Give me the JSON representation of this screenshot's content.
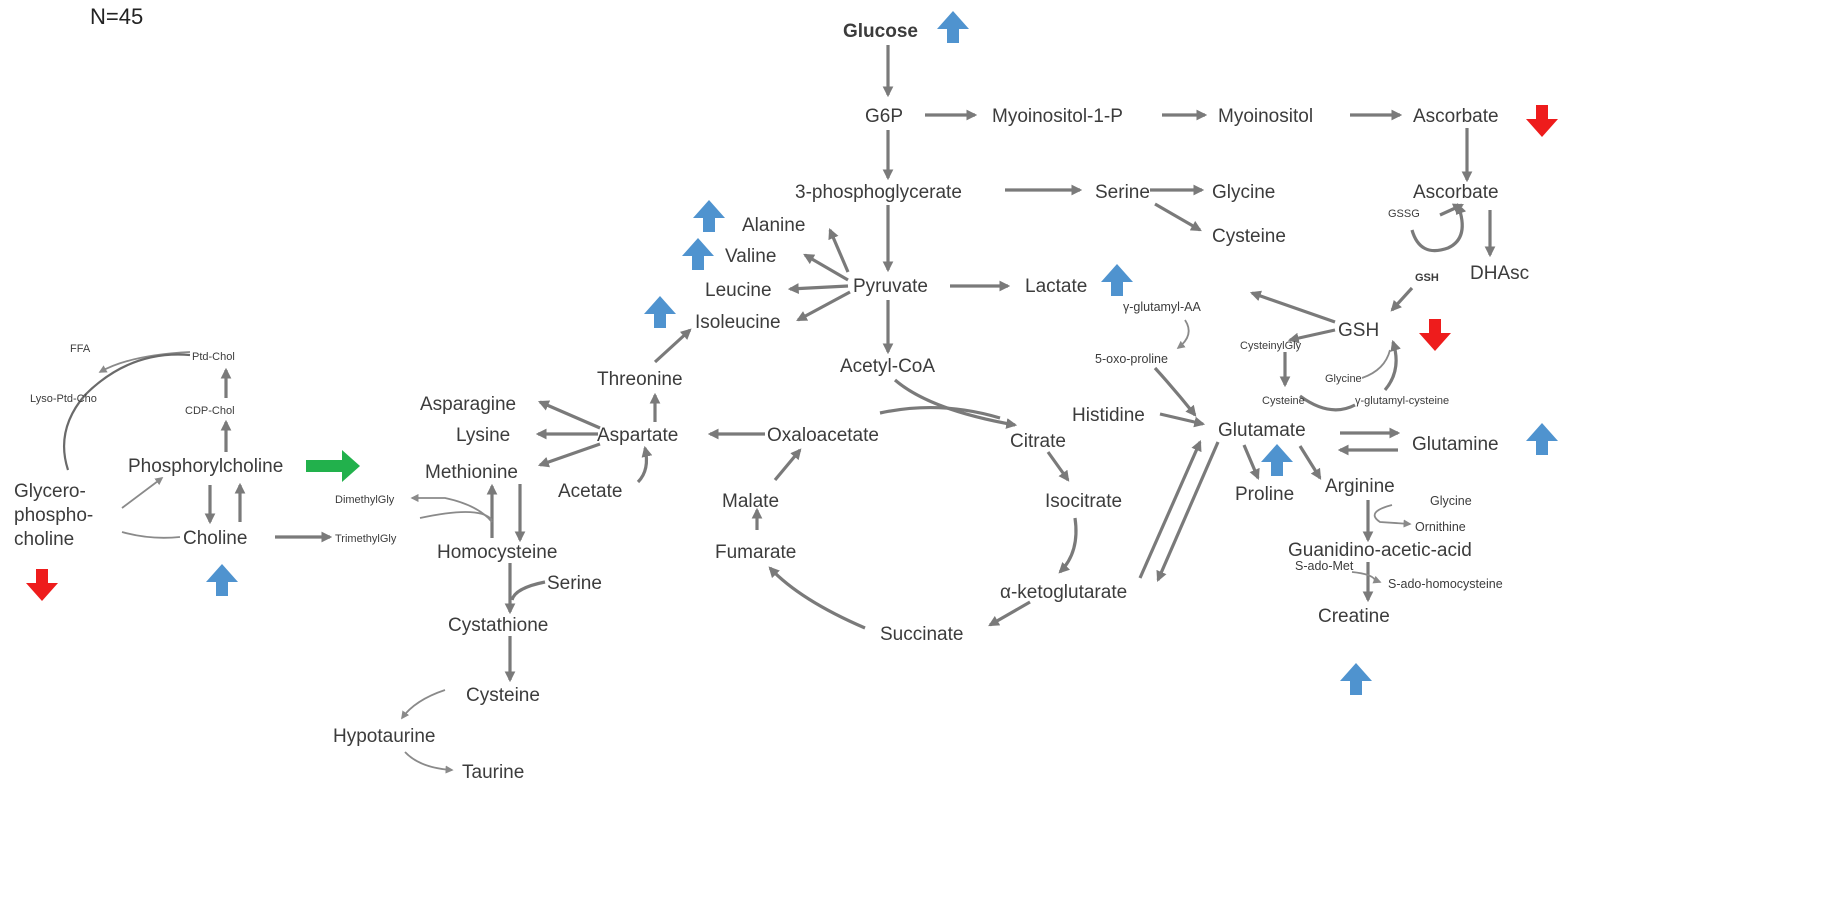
{
  "title": "N=45",
  "colors": {
    "edge": "#7a7a7a",
    "label": "#3c3c3c",
    "up": "#4f93cf",
    "down": "#ee1c1c",
    "neutral": "#22b14c"
  },
  "metabolites": {
    "glucose": "Glucose",
    "g6p": "G6P",
    "myoinositol_1_p": "Myoinositol-1-P",
    "myoinositol": "Myoinositol",
    "ascorbate_top": "Ascorbate",
    "ascorbate_mid": "Ascorbate",
    "gssg": "GSSG",
    "gsh_small": "GSH",
    "dhasc": "DHAsc",
    "phosphoglycerate": "3-phosphoglycerate",
    "serine_top": "Serine",
    "glycine_top": "Glycine",
    "cysteine_top": "Cysteine",
    "alanine": "Alanine",
    "valine": "Valine",
    "leucine": "Leucine",
    "isoleucine": "Isoleucine",
    "pyruvate": "Pyruvate",
    "lactate": "Lactate",
    "acetyl_coa": "Acetyl-CoA",
    "threonine": "Threonine",
    "asparagine": "Asparagine",
    "lysine": "Lysine",
    "aspartate": "Aspartate",
    "acetate": "Acetate",
    "methionine": "Methionine",
    "oxaloacetate": "Oxaloacetate",
    "citrate": "Citrate",
    "isocitrate": "Isocitrate",
    "malate": "Malate",
    "fumarate": "Fumarate",
    "succinate": "Succinate",
    "a_ketoglutarate": "α-ketoglutarate",
    "histidine": "Histidine",
    "glutamate": "Glutamate",
    "glutamine": "Glutamine",
    "proline": "Proline",
    "arginine": "Arginine",
    "glycine_right": "Glycine",
    "ornithine": "Ornithine",
    "guanidino": "Guanidino-acetic-acid",
    "s_ado_met": "S-ado-Met",
    "s_ado_hcy": "S-ado-homocysteine",
    "creatine": "Creatine",
    "gamma_glutamyl_aa": "γ-glutamyl-AA",
    "oxoproline": "5-oxo-proline",
    "gsh_main": "GSH",
    "cysteinylgly": "CysteinylGly",
    "glycine_gsh": "Glycine",
    "cysteine_gsh": "Cysteine",
    "gamma_glu_cys": "γ-glutamyl-cysteine",
    "ffa": "FFA",
    "ptd_chol": "Ptd-Chol",
    "lyso_ptd_cho": "Lyso-Ptd-Cho",
    "cdp_chol": "CDP-Chol",
    "phosphorylcholine": "Phosphorylcholine",
    "glycerophosphocholine": [
      "Glycero-",
      "phospho-",
      "choline"
    ],
    "choline": "Choline",
    "dimethylgly": "DimethylGly",
    "trimethylgly": "TrimethylGly",
    "homocysteine": "Homocysteine",
    "serine_bottom": "Serine",
    "cystathione": "Cystathione",
    "cysteine_bottom": "Cysteine",
    "hypotaurine": "Hypotaurine",
    "taurine": "Taurine"
  },
  "indicators": [
    {
      "metabolite": "Glucose",
      "direction": "up",
      "color": "#4f93cf"
    },
    {
      "metabolite": "Ascorbate",
      "direction": "down",
      "color": "#ee1c1c"
    },
    {
      "metabolite": "Alanine",
      "direction": "up",
      "color": "#4f93cf"
    },
    {
      "metabolite": "Valine",
      "direction": "up",
      "color": "#4f93cf"
    },
    {
      "metabolite": "Lactate",
      "direction": "up",
      "color": "#4f93cf"
    },
    {
      "metabolite": "Isoleucine",
      "direction": "up",
      "color": "#4f93cf"
    },
    {
      "metabolite": "GSH",
      "direction": "down",
      "color": "#ee1c1c"
    },
    {
      "metabolite": "Glutamine",
      "direction": "up",
      "color": "#4f93cf"
    },
    {
      "metabolite": "Proline",
      "direction": "up",
      "color": "#4f93cf"
    },
    {
      "metabolite": "Creatine",
      "direction": "up",
      "color": "#4f93cf"
    },
    {
      "metabolite": "Phosphorylcholine",
      "direction": "unchanged",
      "color": "#22b14c"
    },
    {
      "metabolite": "Glycero-phospho-choline",
      "direction": "down",
      "color": "#ee1c1c"
    },
    {
      "metabolite": "Choline",
      "direction": "up",
      "color": "#4f93cf"
    }
  ]
}
